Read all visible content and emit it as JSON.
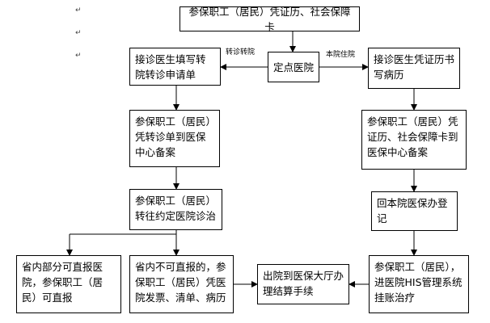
{
  "nodes": {
    "top": "参保职工（居民）凭证历、社会保障卡",
    "hospital": "定点医院",
    "left1": "接诊医生填写转院转诊申请单",
    "right1": "接诊医生凭证历书写病历",
    "left2": "参保职工（居民）凭转诊单到医保中心备案",
    "right2": "参保职工（居民）凭证历、社会保障卡到医保中心备案",
    "left3": "参保职工（居民）转往约定医院诊治",
    "right3": "回本院医保办登记",
    "bl1": "省内部分可直报医院，参保职工（居民）可直报",
    "bl2": "省内不可直报的，参保职工（居民）凭医院发票、清单、病历",
    "bc": "出院到医保大厅办理结算手续",
    "br": "参保职工（居民），进医院HIS管理系统挂账治疗"
  },
  "edge_labels": {
    "transfer": "转诊转院",
    "local": "本院住院"
  }
}
